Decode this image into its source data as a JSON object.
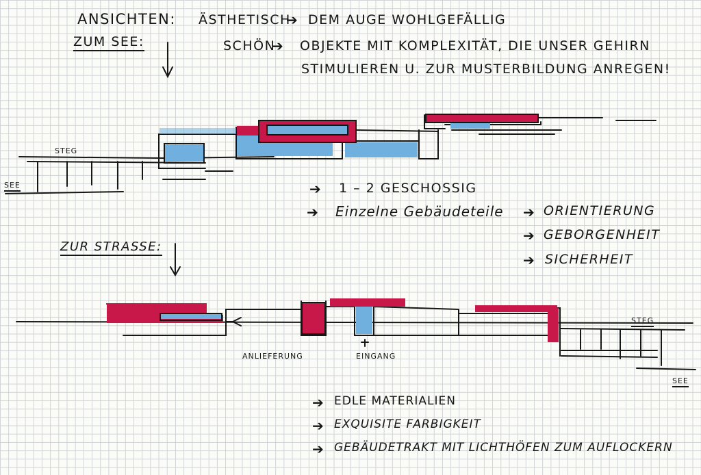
{
  "heading": {
    "ansichten": "ANSICHTEN:",
    "zum_see": "ZUM SEE:",
    "aesthetisch": "ÄSTHETISCH",
    "aesthetisch_def": "DEM AUGE WOHLGEFÄLLIG",
    "schoen": "SCHÖN",
    "schoen_def_1": "OBJEKTE MIT KOMPLEXITÄT, DIE UNSER GEHIRN",
    "schoen_def_2": "STIMULIEREN U. ZUR MUSTERBILDUNG ANREGEN!"
  },
  "sketch_see": {
    "steg": "STEG",
    "see": "SEE"
  },
  "notes_1": {
    "geschossig": "1 – 2 GESCHOSSIG",
    "gebaeudeteile": "Einzelne Gebäudeteile",
    "orientierung": "ORIENTIERUNG",
    "geborgenheit": "GEBORGENHEIT",
    "sicherheit": "SICHERHEIT"
  },
  "zur_strasse": "ZUR STRASSE:",
  "sketch_strasse": {
    "anlieferung": "ANLIEFERUNG",
    "eingang": "EINGANG",
    "steg": "STEG",
    "see": "SEE"
  },
  "notes_2": {
    "edle": "EDLE MATERIALIEN",
    "farbigkeit": "EXQUISITE FARBIGKEIT",
    "gebaeudetrakt": "GEBÄUDETRAKT MIT LICHTHÖFEN ZUM AUFLOCKERN"
  },
  "colors": {
    "red": "#c8184a",
    "blue": "#6fb0de",
    "ink": "#161616"
  },
  "icons": {
    "arrow_right": "arrow-right-icon",
    "arrow_down": "arrow-down-icon"
  }
}
